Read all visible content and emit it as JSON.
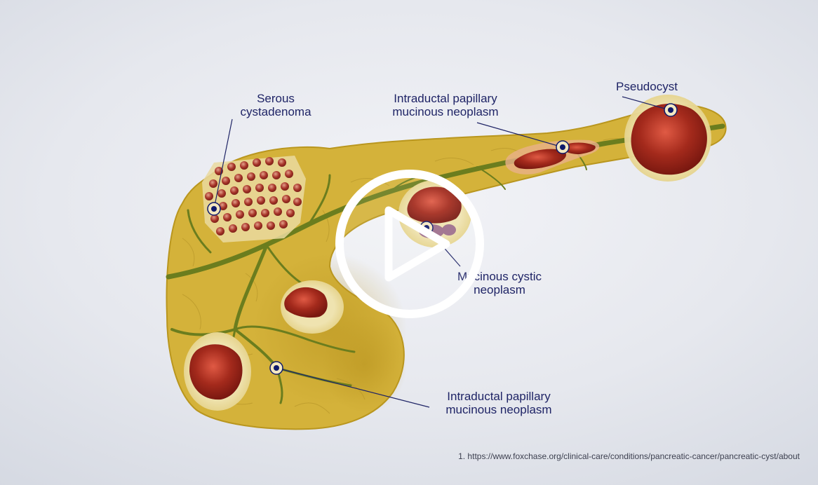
{
  "labels": {
    "serous_line1": "Serous",
    "serous_line2": "cystadenoma",
    "ipmn_top_line1": "Intraductal papillary",
    "ipmn_top_line2": "mucinous neoplasm",
    "pseudocyst": "Pseudocyst",
    "mcn_line1": "Mucinous cystic",
    "mcn_line2": "neoplasm",
    "ipmn_bottom_line1": "Intraductal papillary",
    "ipmn_bottom_line2": "mucinous neoplasm"
  },
  "footnote": "1. https://www.foxchase.org/clinical-care/conditions/pancreatic-cancer/pancreatic-cyst/about",
  "colors": {
    "pancreas": "#d4b23a",
    "duct": "#6b7d1e",
    "cyst": "#a42a1c",
    "halo": "#ecdfa8",
    "label": "#1f2466",
    "marker": "#0e1a6b"
  },
  "icons": {
    "play": "play-icon"
  }
}
